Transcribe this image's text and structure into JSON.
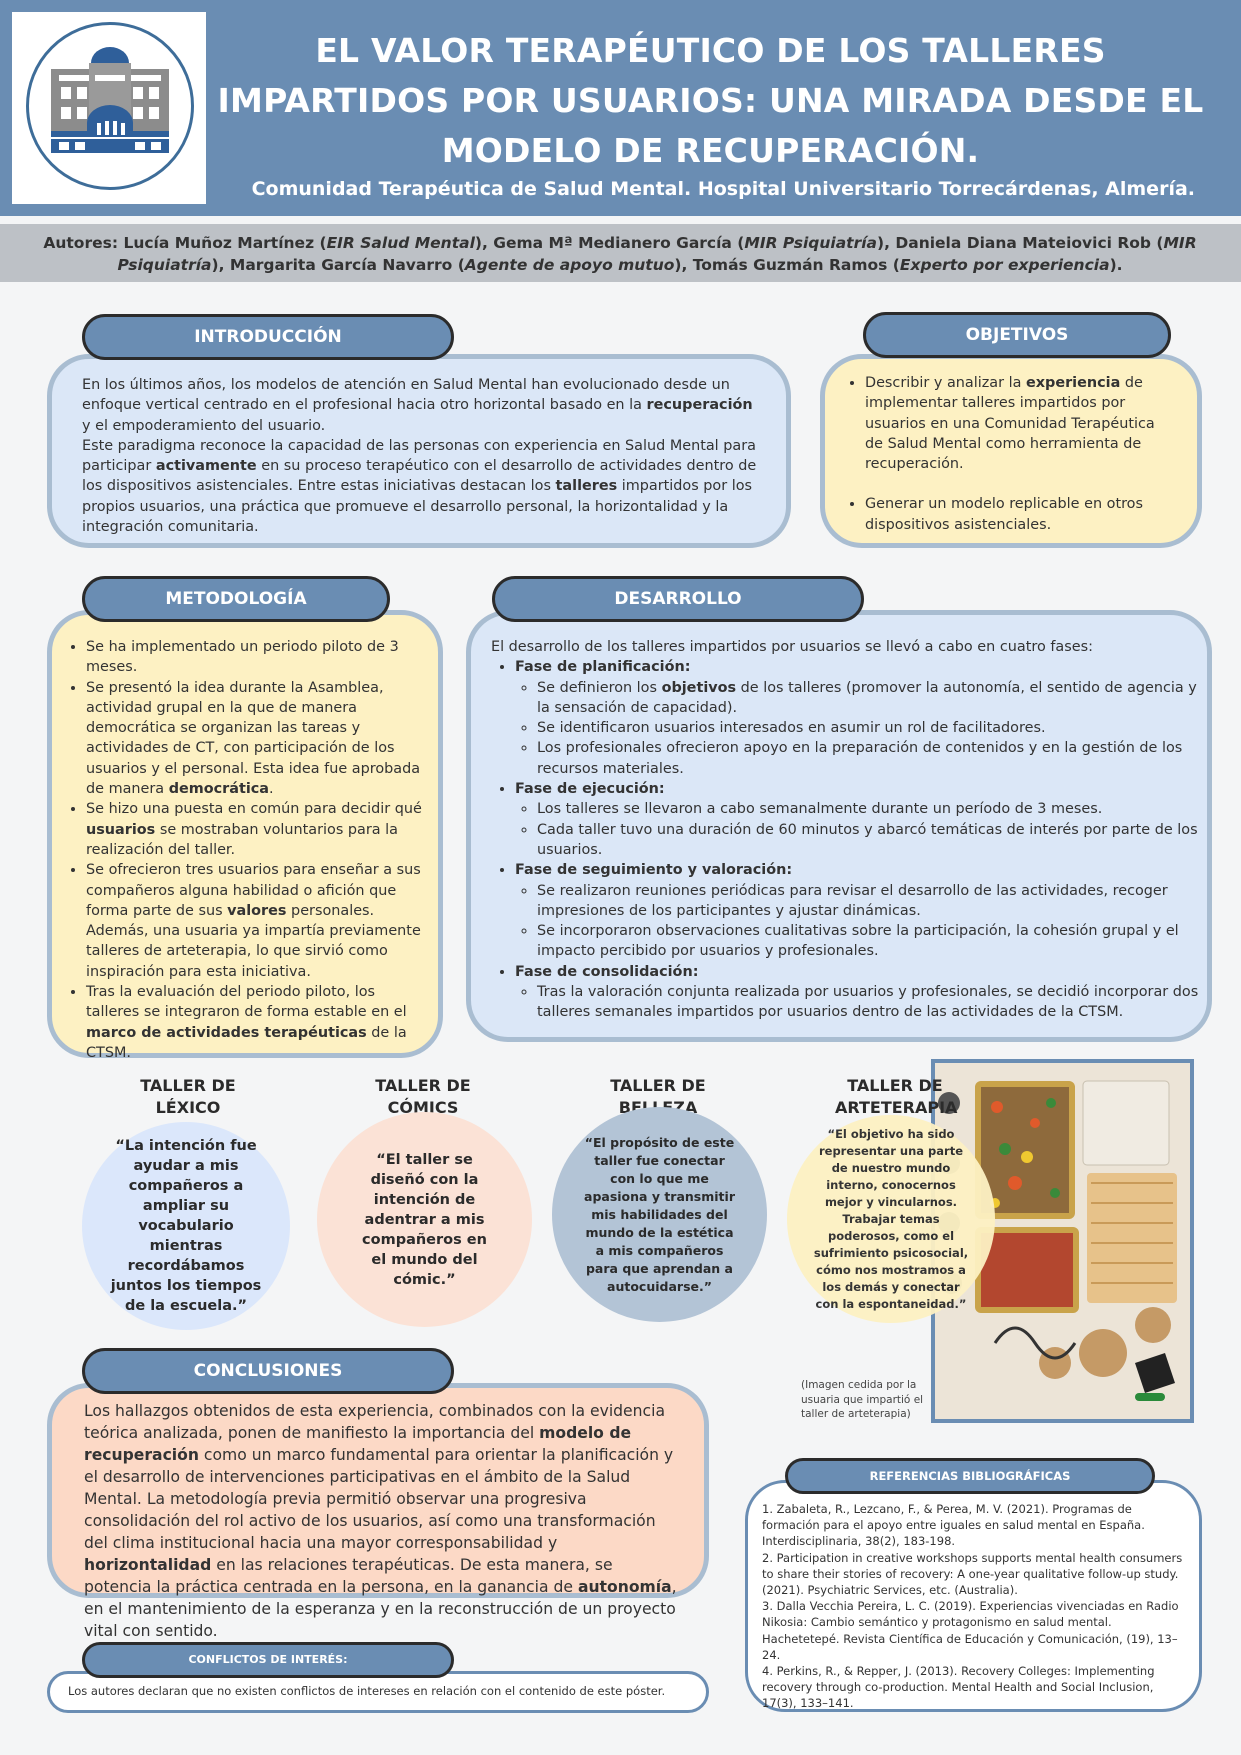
{
  "header": {
    "title": "EL VALOR TERAPÉUTICO DE LOS TALLERES IMPARTIDOS POR USUARIOS: UNA MIRADA DESDE EL MODELO DE RECUPERACIÓN.",
    "subtitle": "Comunidad Terapéutica de Salud Mental. Hospital Universitario Torrecárdenas, Almería."
  },
  "authors": {
    "prefix": "Autores: ",
    "a1": "Lucía Muñoz Martínez (",
    "a1_role": "EIR Salud Mental",
    "a1_end": "), ",
    "a2": "Gema Mª Medianero García (",
    "a2_role": "MIR Psiquiatría",
    "a2_end": "), ",
    "a3": "Daniela Diana Mateiovici Rob (",
    "a3_role": "MIR Psiquiatría",
    "a3_end": "), ",
    "a4": "Margarita García Navarro (",
    "a4_role": "Agente de apoyo mutuo",
    "a4_end": "), ",
    "a5": "Tomás Guzmán Ramos (",
    "a5_role": "Experto por experiencia",
    "a5_end": ")."
  },
  "intro": {
    "heading": "INTRODUCCIÓN",
    "p1_a": "En los últimos años, los modelos de atención en Salud Mental han evolucionado desde un enfoque vertical centrado en el profesional hacia otro horizontal basado en la ",
    "p1_b": "recuperación",
    "p1_c": " y el empoderamiento del usuario.",
    "p2_a": "Este paradigma reconoce la capacidad de las personas con experiencia en Salud Mental para participar ",
    "p2_b": "activamente",
    "p2_c": " en su proceso terapéutico con el desarrollo de actividades dentro de los dispositivos asistenciales. Entre estas iniciativas destacan los ",
    "p2_d": "talleres",
    "p2_e": " impartidos por los propios usuarios, una práctica que promueve el desarrollo personal, la horizontalidad y la integración comunitaria."
  },
  "objetivos": {
    "heading": "OBJETIVOS",
    "o1_a": "Describir y analizar la ",
    "o1_b": "experiencia",
    "o1_c": " de implementar talleres impartidos por usuarios en una Comunidad Terapéutica de Salud Mental como herramienta de recuperación.",
    "o2": "Generar un modelo replicable en otros dispositivos asistenciales."
  },
  "metodologia": {
    "heading": "METODOLOGÍA",
    "m1": "Se ha implementado un periodo piloto de 3 meses.",
    "m2_a": "Se presentó la idea durante la Asamblea, actividad grupal en la que de manera democrática se organizan las tareas y actividades de CT, con participación de los usuarios y el personal. Esta idea fue aprobada de manera ",
    "m2_b": "democrática",
    "m2_c": ".",
    "m3_a": "Se hizo una puesta en común para decidir qué ",
    "m3_b": "usuarios",
    "m3_c": " se mostraban voluntarios para la realización del taller.",
    "m4_a": "Se ofrecieron tres usuarios para enseñar a sus compañeros alguna habilidad o afición que forma parte de sus ",
    "m4_b": "valores",
    "m4_c": " personales. Además, una usuaria ya impartía previamente talleres de arteterapia, lo que sirvió como inspiración para esta iniciativa.",
    "m5_a": " Tras la evaluación del periodo piloto, los talleres se integraron de forma estable en el ",
    "m5_b": "marco de actividades terapéuticas",
    "m5_c": " de la CTSM."
  },
  "desarrollo": {
    "heading": "DESARROLLO",
    "intro": "El desarrollo de los talleres impartidos por usuarios se llevó a cabo en cuatro fases:",
    "f1": "Fase de planificación:",
    "f1_s1_a": "Se definieron los ",
    "f1_s1_b": "objetivos",
    "f1_s1_c": " de los talleres (promover la autonomía, el sentido de agencia y la sensación de capacidad).",
    "f1_s2": "Se identificaron usuarios interesados en asumir un rol de facilitadores.",
    "f1_s3": "Los profesionales ofrecieron apoyo en la preparación de contenidos y en la gestión de los recursos materiales.",
    "f2": "Fase de ejecución:",
    "f2_s1": "Los talleres se llevaron a cabo semanalmente durante un período de 3 meses.",
    "f2_s2": "Cada taller tuvo una duración de 60 minutos y abarcó temáticas de interés por parte de los usuarios.",
    "f3": "Fase de seguimiento y valoración:",
    "f3_s1": "Se realizaron reuniones periódicas para revisar el desarrollo de las actividades, recoger impresiones de los participantes y ajustar dinámicas.",
    "f3_s2": "Se incorporaron observaciones cualitativas sobre la participación, la cohesión grupal y el impacto percibido por usuarios y profesionales.",
    "f4": "Fase de consolidación:",
    "f4_s1": "Tras la valoración conjunta realizada por usuarios y profesionales, se decidió incorporar dos talleres semanales impartidos por usuarios dentro de las actividades de la CTSM."
  },
  "talleres": [
    {
      "title": "TALLER DE LÉXICO",
      "quote": "“La intención fue ayudar a mis compañeros a ampliar su vocabulario mientras recordábamos juntos los tiempos de la escuela.”",
      "color": "#dbe7fb"
    },
    {
      "title": "TALLER DE CÓMICS",
      "quote": "“El taller se diseñó con la intención de adentrar a mis compañeros en el mundo del cómic.”",
      "color": "#fbe2d6"
    },
    {
      "title": "TALLER DE BELLEZA",
      "quote": "“El propósito de este taller fue conectar con lo que me apasiona y transmitir mis habilidades del mundo de la estética a mis compañeros para que aprendan a autocuidarse.”",
      "color": "#b3c4d6"
    },
    {
      "title": "TALLER DE ARTETERAPIA",
      "quote": "“El objetivo ha sido representar una parte de nuestro mundo interno, conocernos mejor y vincularnos. Trabajar temas poderosos, como el sufrimiento psicosocial, cómo nos mostramos a los demás y conectar con la espontaneidad.”",
      "color": "#fdf1c3"
    }
  ],
  "photo_caption": "(Imagen cedida por la usuaria que impartió el taller de arteterapia)",
  "conclusiones": {
    "heading": "CONCLUSIONES",
    "a": "Los hallazgos obtenidos de esta experiencia, combinados con la evidencia teórica analizada, ponen de manifiesto la importancia del ",
    "b": "modelo de recuperación",
    "c": " como un marco fundamental para orientar la planificación y el desarrollo de intervenciones participativas en el ámbito de la Salud Mental. La metodología previa permitió observar una progresiva consolidación del rol activo de los usuarios, así como una transformación del clima institucional hacia una mayor corresponsabilidad y ",
    "d": "horizontalidad",
    "e": " en las relaciones terapéuticas. De esta manera, se potencia la práctica centrada en la persona, en la ganancia de ",
    "f": "autonomía",
    "g": ", en el mantenimiento de la esperanza y en la reconstrucción de un proyecto vital con sentido."
  },
  "conflictos": {
    "heading": "CONFLICTOS DE INTERÉS:",
    "text": "Los autores declaran que no existen conflictos de intereses en relación con el contenido de este póster."
  },
  "referencias": {
    "heading": "REFERENCIAS BIBLIOGRÁFICAS",
    "items": [
      "1. Zabaleta, R., Lezcano, F., & Perea, M. V. (2021). Programas de formación para el apoyo entre iguales en salud mental en España. Interdisciplinaria, 38(2), 183-198.",
      "2. Participation in creative workshops supports mental health consumers to share their stories of recovery: A one-year qualitative follow-up study. (2021). Psychiatric Services, etc. (Australia).",
      "3. Dalla Vecchia Pereira, L. C. (2019). Experiencias vivenciadas en Radio Nikosia: Cambio semántico y protagonismo en salud mental. Hachetetepé. Revista Científica de Educación y Comunicación, (19), 13–24.",
      "4. Perkins, R., & Repper, J. (2013). Recovery Colleges: Implementing recovery through co-production. Mental Health and Social Inclusion, 17(3), 133–141."
    ]
  }
}
